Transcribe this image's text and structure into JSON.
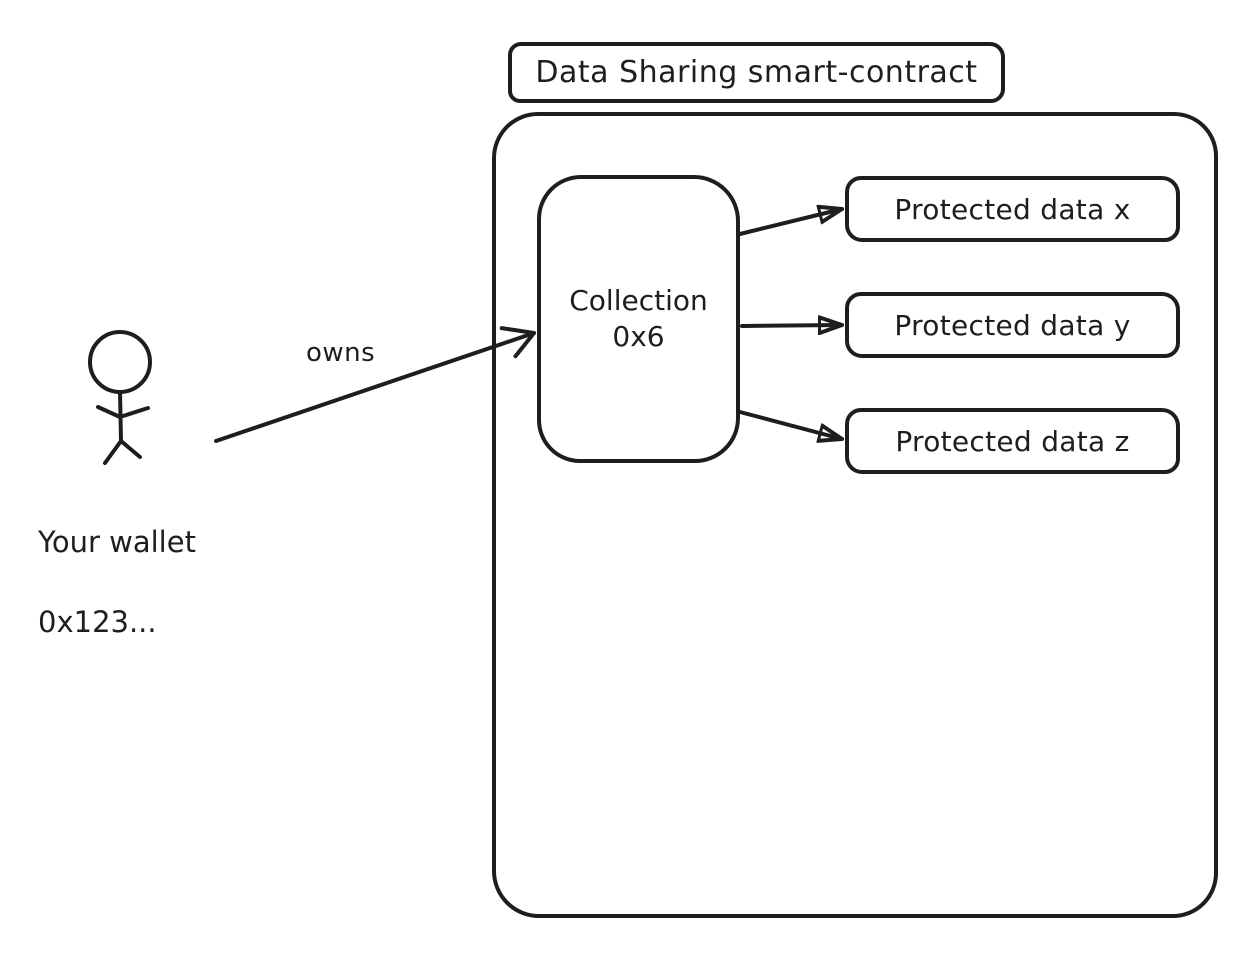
{
  "diagram": {
    "title": "Data Sharing smart-contract",
    "owns_label": "owns",
    "actor": {
      "name": "Your wallet",
      "address": "0x123..."
    },
    "collection": {
      "name": "Collection",
      "id": "0x6"
    },
    "protected_data": [
      {
        "label": "Protected data x"
      },
      {
        "label": "Protected data y"
      },
      {
        "label": "Protected data z"
      }
    ],
    "colors": {
      "stroke": "#1e1e1e",
      "background": "#ffffff"
    }
  }
}
